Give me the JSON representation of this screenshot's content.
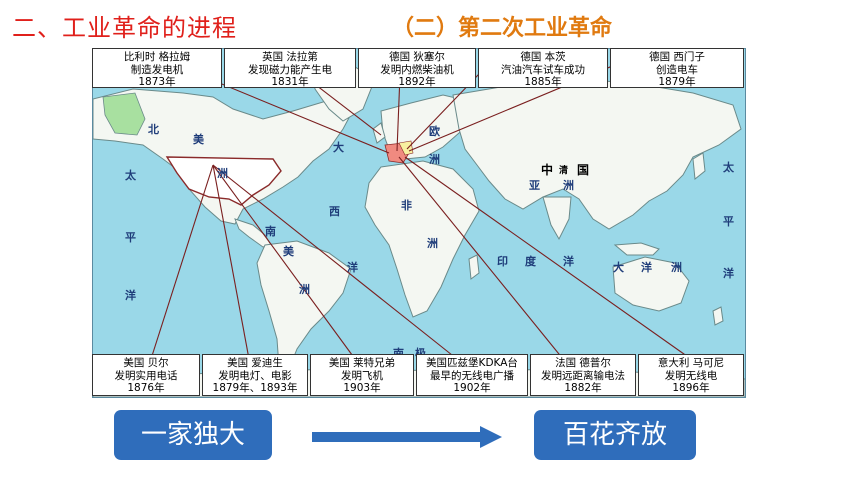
{
  "header": {
    "title": "二、工业革命的进程",
    "subtitle": "（二）第二次工业革命"
  },
  "top_boxes": [
    {
      "l1": "比利时 格拉姆",
      "l2": "制造发电机",
      "l3": "1873年"
    },
    {
      "l1": "英国 法拉第",
      "l2": "发现磁力能产生电",
      "l3": "1831年"
    },
    {
      "l1": "德国 狄塞尔",
      "l2": "发明内燃柴油机",
      "l3": "1892年"
    },
    {
      "l1": "德国 本茨",
      "l2": "汽油汽车试车成功",
      "l3": "1885年"
    },
    {
      "l1": "德国 西门子",
      "l2": "创造电车",
      "l3": "1879年"
    }
  ],
  "bottom_boxes": [
    {
      "l1": "美国 贝尔",
      "l2": "发明实用电话",
      "l3": "1876年"
    },
    {
      "l1": "美国 爱迪生",
      "l2": "发明电灯、电影",
      "l3": "1879年、1893年"
    },
    {
      "l1": "美国 莱特兄弟",
      "l2": "发明飞机",
      "l3": "1903年"
    },
    {
      "l1": "美国匹兹堡KDKA台",
      "l2": "最早的无线电广播",
      "l3": "1902年"
    },
    {
      "l1": "法国 德普尔",
      "l2": "发明远距离输电法",
      "l3": "1882年"
    },
    {
      "l1": "意大利 马可尼",
      "l2": "发明无线电",
      "l3": "1896年"
    }
  ],
  "map_labels": {
    "bei": "北",
    "mei1": "美",
    "zhou1": "洲",
    "da1": "大",
    "xi": "西",
    "yang1": "洋",
    "tai1": "太",
    "ping": "平",
    "yang2": "洋",
    "nan": "南",
    "mei2": "美",
    "zhou2": "洲",
    "ou": "欧",
    "zhou3": "洲",
    "fei": "非",
    "zhou4": "洲",
    "ya": "亚",
    "zhou5": "洲",
    "china": "中",
    "qing": "清",
    "guo": "国",
    "yin": "印",
    "du": "度",
    "yang3": "洋",
    "da2": "大",
    "yang4": "洋",
    "zhou6": "洲",
    "tai2": "太",
    "ping2": "平",
    "yang5": "洋",
    "nanji": "南",
    "ji": "极"
  },
  "flow": {
    "left": "一家独大",
    "right": "百花齐放"
  },
  "colors": {
    "title": "#e0201b",
    "subtitle": "#e07a10",
    "ocean": "#9ad8e8",
    "land": "#f4f7f2",
    "pill": "#2f6dbb"
  }
}
